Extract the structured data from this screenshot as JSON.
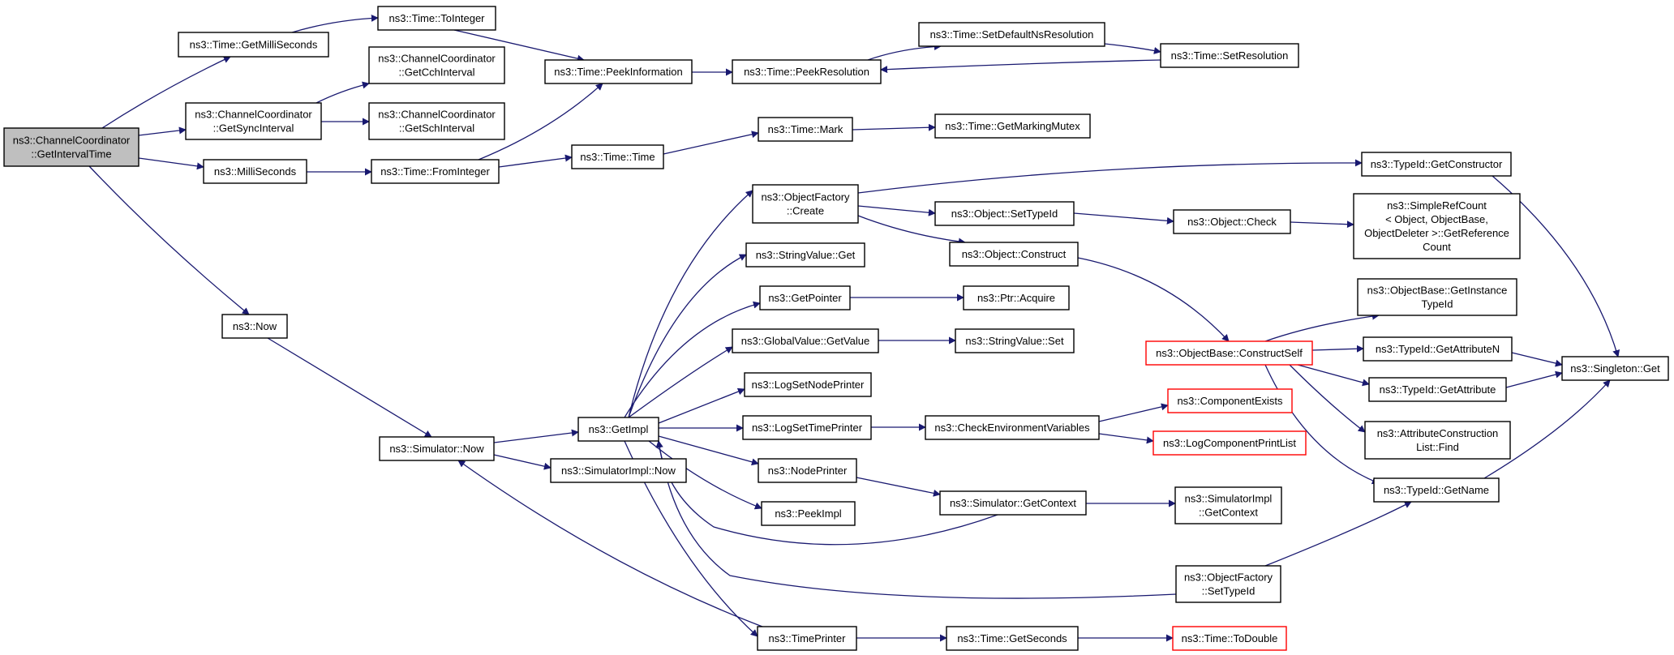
{
  "colors": {
    "edge": "#191970",
    "root_fill": "#bfbfbf",
    "red_border": "#ff0000",
    "border": "#000000"
  },
  "nodes": {
    "getIntervalTime": {
      "lines": [
        "ns3::ChannelCoordinator",
        "::GetIntervalTime"
      ]
    },
    "getMilliSeconds": {
      "lines": [
        "ns3::Time::GetMilliSeconds"
      ]
    },
    "toInteger": {
      "lines": [
        "ns3::Time::ToInteger"
      ]
    },
    "getCchInterval": {
      "lines": [
        "ns3::ChannelCoordinator",
        "::GetCchInterval"
      ]
    },
    "getSyncInterval": {
      "lines": [
        "ns3::ChannelCoordinator",
        "::GetSyncInterval"
      ]
    },
    "getSchInterval": {
      "lines": [
        "ns3::ChannelCoordinator",
        "::GetSchInterval"
      ]
    },
    "milliSeconds": {
      "lines": [
        "ns3::MilliSeconds"
      ]
    },
    "fromInteger": {
      "lines": [
        "ns3::Time::FromInteger"
      ]
    },
    "peekInformation": {
      "lines": [
        "ns3::Time::PeekInformation"
      ]
    },
    "peekResolution": {
      "lines": [
        "ns3::Time::PeekResolution"
      ]
    },
    "setDefaultNsResolution": {
      "lines": [
        "ns3::Time::SetDefaultNsResolution"
      ]
    },
    "setResolution": {
      "lines": [
        "ns3::Time::SetResolution"
      ]
    },
    "timeTime": {
      "lines": [
        "ns3::Time::Time"
      ]
    },
    "timeMark": {
      "lines": [
        "ns3::Time::Mark"
      ]
    },
    "getMarkingMutex": {
      "lines": [
        "ns3::Time::GetMarkingMutex"
      ]
    },
    "now": {
      "lines": [
        "ns3::Now"
      ]
    },
    "simulatorNow": {
      "lines": [
        "ns3::Simulator::Now"
      ]
    },
    "simImplNow": {
      "lines": [
        "ns3::SimulatorImpl::Now"
      ]
    },
    "getImpl": {
      "lines": [
        "ns3::GetImpl"
      ]
    },
    "ofCreate": {
      "lines": [
        "ns3::ObjectFactory",
        "::Create"
      ]
    },
    "stringValueGet": {
      "lines": [
        "ns3::StringValue::Get"
      ]
    },
    "getPointer": {
      "lines": [
        "ns3::GetPointer"
      ]
    },
    "gvGetValue": {
      "lines": [
        "ns3::GlobalValue::GetValue"
      ]
    },
    "logSetNodePrinter": {
      "lines": [
        "ns3::LogSetNodePrinter"
      ]
    },
    "logSetTimePrinter": {
      "lines": [
        "ns3::LogSetTimePrinter"
      ]
    },
    "nodePrinter": {
      "lines": [
        "ns3::NodePrinter"
      ]
    },
    "peekImpl": {
      "lines": [
        "ns3::PeekImpl"
      ]
    },
    "timePrinter": {
      "lines": [
        "ns3::TimePrinter"
      ]
    },
    "setTypeId": {
      "lines": [
        "ns3::Object::SetTypeId"
      ]
    },
    "construct": {
      "lines": [
        "ns3::Object::Construct"
      ]
    },
    "ptrAcquire": {
      "lines": [
        "ns3::Ptr::Acquire"
      ]
    },
    "stringValueSet": {
      "lines": [
        "ns3::StringValue::Set"
      ]
    },
    "checkEnv": {
      "lines": [
        "ns3::CheckEnvironmentVariables"
      ]
    },
    "simGetContext": {
      "lines": [
        "ns3::Simulator::GetContext"
      ]
    },
    "getSeconds": {
      "lines": [
        "ns3::Time::GetSeconds"
      ]
    },
    "objectCheck": {
      "lines": [
        "ns3::Object::Check"
      ]
    },
    "getConstructor": {
      "lines": [
        "ns3::TypeId::GetConstructor"
      ]
    },
    "simpleRefCount": {
      "lines": [
        "ns3::SimpleRefCount",
        "< Object, ObjectBase,",
        "ObjectDeleter >::GetReference",
        "Count"
      ]
    },
    "constructSelf": {
      "lines": [
        "ns3::ObjectBase::ConstructSelf"
      ]
    },
    "componentExists": {
      "lines": [
        "ns3::ComponentExists"
      ]
    },
    "logComponentPrintList": {
      "lines": [
        "ns3::LogComponentPrintList"
      ]
    },
    "simImplGetContext": {
      "lines": [
        "ns3::SimulatorImpl",
        "::GetContext"
      ]
    },
    "ofSetTypeId": {
      "lines": [
        "ns3::ObjectFactory",
        "::SetTypeId"
      ]
    },
    "toDouble": {
      "lines": [
        "ns3::Time::ToDouble"
      ]
    },
    "getInstanceTypeId": {
      "lines": [
        "ns3::ObjectBase::GetInstance",
        "TypeId"
      ]
    },
    "getAttributeN": {
      "lines": [
        "ns3::TypeId::GetAttributeN"
      ]
    },
    "getAttribute": {
      "lines": [
        "ns3::TypeId::GetAttribute"
      ]
    },
    "acListFind": {
      "lines": [
        "ns3::AttributeConstruction",
        "List::Find"
      ]
    },
    "getName": {
      "lines": [
        "ns3::TypeId::GetName"
      ]
    },
    "singletonGet": {
      "lines": [
        "ns3::Singleton::Get"
      ]
    }
  }
}
